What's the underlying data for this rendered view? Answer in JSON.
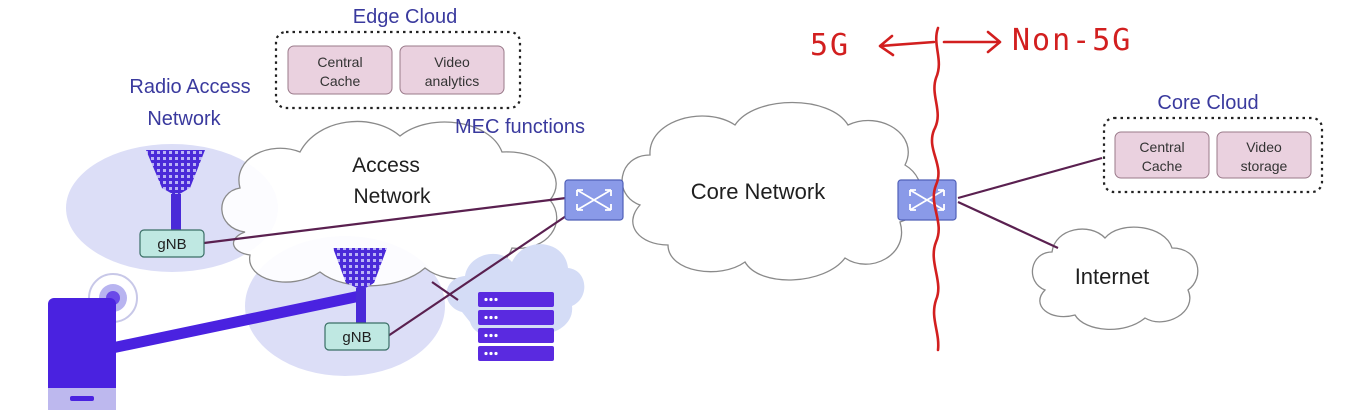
{
  "edge_cloud": {
    "title": "Edge Cloud",
    "boxes": [
      {
        "line1": "Central",
        "line2": "Cache"
      },
      {
        "line1": "Video",
        "line2": "analytics"
      }
    ]
  },
  "core_cloud": {
    "title": "Core Cloud",
    "boxes": [
      {
        "line1": "Central",
        "line2": "Cache"
      },
      {
        "line1": "Video",
        "line2": "storage"
      }
    ]
  },
  "ran": {
    "line1": "Radio Access",
    "line2": "Network"
  },
  "mec_label": "MEC functions",
  "access_network": {
    "line1": "Access",
    "line2": "Network"
  },
  "core_network": "Core Network",
  "internet": "Internet",
  "gnb_top": "gNB",
  "gnb_bottom": "gNB",
  "annotation": {
    "left": "5G",
    "right": "Non-5G"
  },
  "colors": {
    "ellipse": "#dcdef7",
    "cache_box": "#ead1df",
    "gnb_box": "#bfe8e2",
    "switch": "#8a9ae8",
    "antenna": "#4a2ad8",
    "phone": "#4a22e0",
    "link": "#5a2050",
    "label": "#3a3a9e",
    "handwriting": "#d21f1f"
  }
}
